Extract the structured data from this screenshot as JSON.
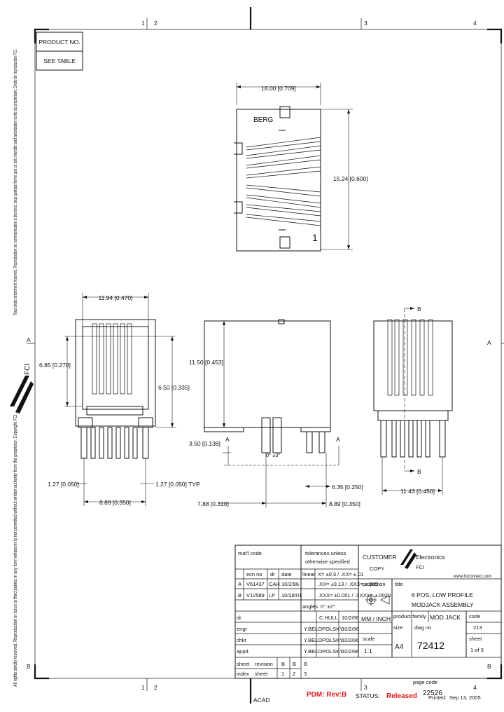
{
  "zone_numbers": {
    "top": [
      "1",
      "2",
      "3",
      "4"
    ],
    "bottom": [
      "1",
      "2",
      "3",
      "4"
    ],
    "left": [
      "A",
      "B"
    ],
    "right": [
      "A",
      "B"
    ]
  },
  "product_box": {
    "header": "PRODUCT NO.",
    "value": "SEE TABLE"
  },
  "left_notice": {
    "text_a": "All rights strictly reserved. Reproduction or issue to third parties in any form whatever is not permitted without written authority from the proprietor. Copyright FCI.",
    "text_b": "Tous droits strictement réservés. Reproduction ou communication à des tiers, sous quelque forme que ce soit, interdite sauf autorisation écrite du propriétaire. Droits de reproduction FCI.",
    "logo_text": "FCI"
  },
  "top_view": {
    "dim_width": "18.00 [0.709]",
    "dim_height": "15.24 [0.600]",
    "brand": "BERG",
    "pin_one": "1"
  },
  "front_view": {
    "dim_top": "11.94 [0.470]",
    "dim_left": "6.85 [0.270]",
    "dim_right": "6.50 [0.335]",
    "dim_bottom_left": "1.27 [0.050]",
    "dim_bottom_right": "1.27 [0.050] TYP",
    "dim_bottom": "8.89 [0.350]"
  },
  "side_view": {
    "dim_height": "11.50 [0.453]",
    "dim_pin": "3.50 [0.138]",
    "dim_right": "6.35 [0.250]",
    "dim_left_bottom": "7.88 [0.310]",
    "dim_right_bottom": "8.89 [0.350]",
    "section_a": "A",
    "section_a_right": "A",
    "angle": "0°  ±3°"
  },
  "end_view": {
    "section_b_top": "B",
    "section_b_bottom": "B",
    "dim_bottom": "11.43 [0.450]"
  },
  "title_block": {
    "mat_code_label": "mat'l code",
    "tolerance_1": "tolerances unless",
    "tolerance_2": "otherwise specified",
    "rev_headers": [
      "",
      "ecn no",
      "dr",
      "date"
    ],
    "rev_rows": [
      [
        "A",
        "V61437",
        "CAH",
        "10/2/96"
      ],
      [
        "B",
        "V12589",
        "LP",
        "10/28/01"
      ]
    ],
    "linear_label": "linear",
    "tol_rows": [
      "X= ±0.3 / .XX= ±.01",
      ".XX= ±0.13 / .XXX= ±.005",
      ".XXX= ±0.051 / .XXXX= ±.0020"
    ],
    "angles_label": "angles",
    "angles_value": "0°  ±2°",
    "customer_1": "CUSTOMER",
    "customer_2": "COPY",
    "brand_name": "Electronics",
    "brand_logo": "FCI",
    "website": "www.fciconnect.com",
    "projection_label": "projection",
    "title_label": "title",
    "title_lines": [
      "6 POS, LOW PROFILE",
      "MODJACK ASSEMBLY"
    ],
    "mm_inch": "MM / INCH",
    "product_family_label": "product family",
    "product_family": "MOD JACK",
    "code_label": "code",
    "code_value": "213",
    "sig_rows": [
      {
        "role": "dr",
        "name": "C.HULL",
        "date": "10/2/96"
      },
      {
        "role": "engr",
        "name": "Y.BELOPOLSKY",
        "date": "10/2/96"
      },
      {
        "role": "chkr",
        "name": "Y.BELOPOLSKY",
        "date": "10/2/96"
      },
      {
        "role": "appd",
        "name": "Y.BELOPOLSKY",
        "date": "10/2/96"
      }
    ],
    "size_label": "size",
    "size_value": "A4",
    "scale_label": "scale",
    "scale_value": "1:1",
    "dwg_label": "dwg no",
    "dwg_no": "72412",
    "sheet_label": "sheet",
    "sheet_value": "1 of 3",
    "sheet_rev": {
      "headers": [
        "sheet",
        "revision"
      ],
      "rows": [
        [
          "sheet",
          "revision",
          "B",
          "B",
          "B"
        ],
        [
          "index",
          "sheet",
          "1",
          "2",
          "3"
        ]
      ]
    }
  },
  "footer": {
    "acad": "ACAD",
    "pdm": "PDM: Rev:B",
    "status_label": "STATUS:",
    "status_value": "Released",
    "page_code_label": "page code",
    "page_code": "22526",
    "printed_label": "Printed:",
    "printed_date": "Sep 13, 2005"
  },
  "colors": {
    "ink": "#111111",
    "pdm_red": "#e01c1c",
    "paper": "#ffffff"
  }
}
